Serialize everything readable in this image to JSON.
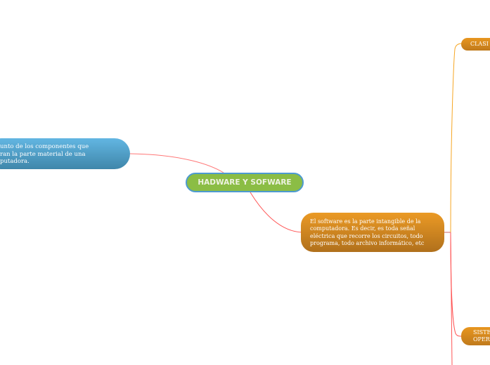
{
  "center": {
    "title": "HADWARE Y SOFWARE"
  },
  "hardware": {
    "text": "unto de los componentes que\nran la parte material de una\nputadora."
  },
  "software": {
    "text": "El software es la parte intangible de la computadora. Es decir, es toda señal eléctrica que recorre los circuitos, todo programa, todo archivo informático, etc"
  },
  "branches": [
    {
      "label": "CLASI"
    },
    {
      "label": "SISTE\nOPER"
    }
  ],
  "colors": {
    "center": "#8bbd45",
    "hardware": "#4fa0cc",
    "software": "#d88a20",
    "connector_red": "#f25a5a",
    "connector_orange": "#f6a623"
  }
}
